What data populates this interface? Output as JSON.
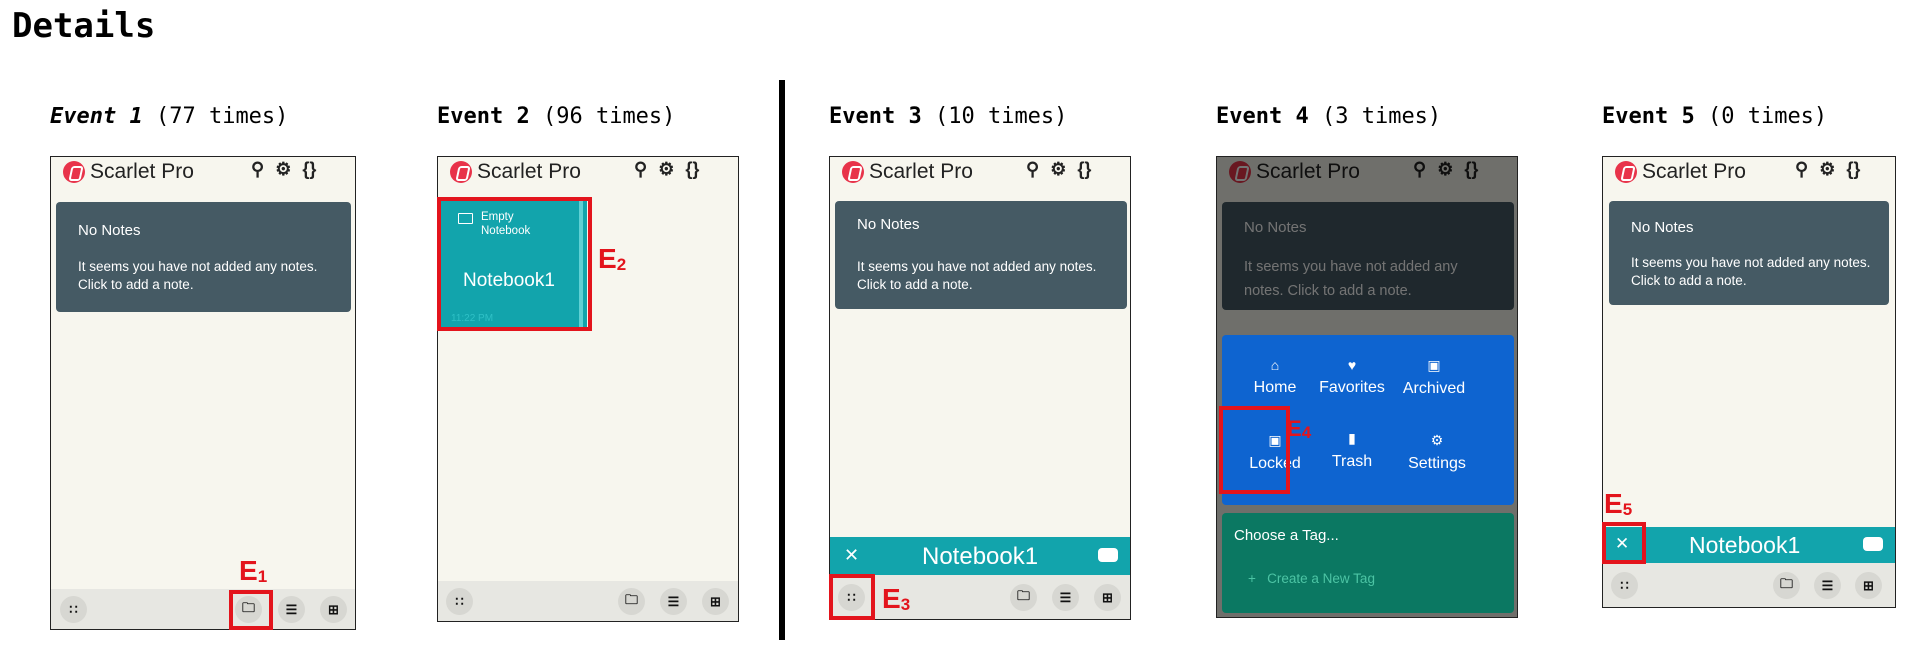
{
  "page_title": "Details",
  "app": {
    "name": "Scarlet Pro",
    "icons": [
      "search-icon",
      "gear-icon",
      "braces-icon"
    ],
    "braces_glyph": "{}",
    "card_title": "No Notes",
    "card_body": "It seems you have not added any notes. Click to add a note.",
    "notebook_name": "Notebook1",
    "notebook_type": "Empty Notebook",
    "notebook_time": "11:22 PM"
  },
  "events": [
    {
      "name": "Event 1",
      "count": "(77 times)",
      "marker": "E",
      "marker_sub": "1"
    },
    {
      "name": "Event 2",
      "count": "(96 times)",
      "marker": "E",
      "marker_sub": "2"
    },
    {
      "name": "Event 3",
      "count": "(10 times)",
      "marker": "E",
      "marker_sub": "3"
    },
    {
      "name": "Event 4",
      "count": "(3 times)",
      "marker": "E",
      "marker_sub": "4"
    },
    {
      "name": "Event 5",
      "count": "(0 times)",
      "marker": "E",
      "marker_sub": "5"
    }
  ],
  "menu": {
    "items": [
      "Home",
      "Favorites",
      "Archived",
      "Locked",
      "Trash",
      "Settings"
    ],
    "tag_title": "Choose a Tag...",
    "tag_create": "Create a New Tag"
  },
  "colors": {
    "highlight": "#e3141c",
    "card": "#455a64",
    "teal": "#12a4ac",
    "menu_blue": "#0e64d0",
    "tag_green": "#0b7862",
    "logo_red": "#e8334a"
  }
}
